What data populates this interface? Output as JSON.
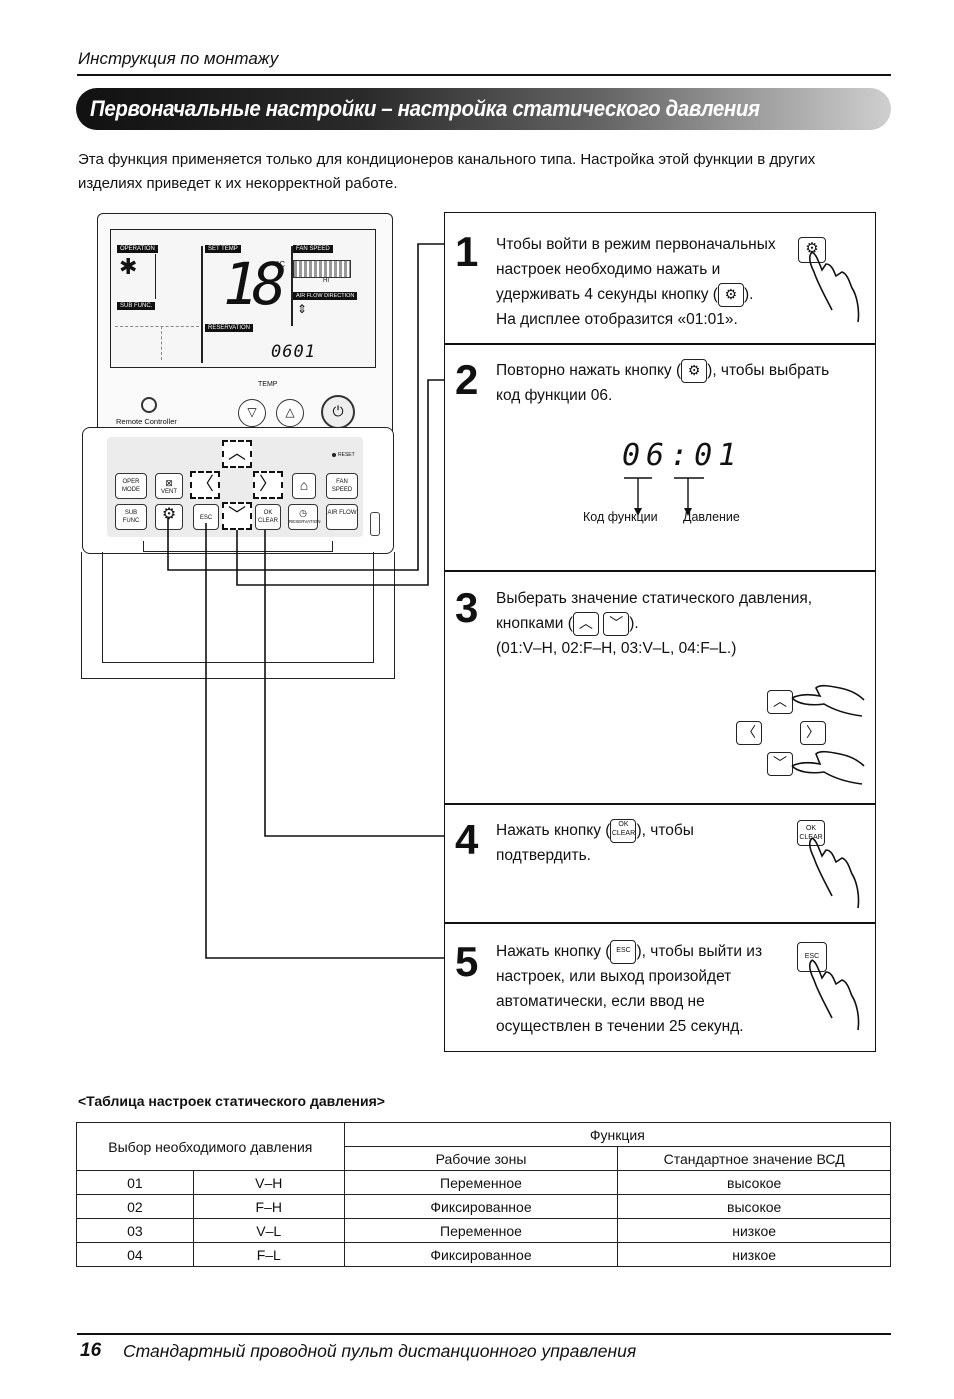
{
  "header": {
    "section": "Инструкция по монтажу"
  },
  "title": "Первоначальные настройки – настройка статического давления",
  "intro": "Эта функция применяется только для кондиционеров канального типа. Настройка этой функции в других изделиях приведет к их некорректной работе.",
  "remote": {
    "lcd": {
      "operation": "OPERATION",
      "set_temp": "SET TEMP",
      "fan_speed": "FAN SPEED",
      "temp_value": "18",
      "unit": "°C",
      "fan_level": "HI",
      "air_flow": "AIR FLOW DIRECTION",
      "sub_func": "SUB FUNC.",
      "reservation": "RESERVATION",
      "code": "0601"
    },
    "temp_label": "TEMP",
    "brand": "Remote Controller",
    "reset": "RESET",
    "buttons": {
      "oper_mode": "OPER MODE",
      "vent": "VENT",
      "sub_func": "SUB FUNC",
      "esc": "ESC",
      "ok_clear": "OK CLEAR",
      "reservation": "RESERVATION",
      "fan_speed": "FAN SPEED",
      "air_flow": "AIR FLOW"
    }
  },
  "steps": [
    {
      "num": "1",
      "text_a": "Чтобы войти в режим первоначальных\nнастроек необходимо нажать и\nудерживать 4 секунды кнопку (",
      "text_b": ").\nНа дисплее отобразится «01:01»."
    },
    {
      "num": "2",
      "text_a": "Повторно нажать кнопку (",
      "text_b": "), чтобы выбрать\nкод функции 06.",
      "display": "06:01",
      "label_code": "Код функции",
      "label_pressure": "Давление"
    },
    {
      "num": "3",
      "text_a": "Выберать значение статического давления,\nкнопками (",
      "text_b": ").\n(01:V–H, 02:F–H, 03:V–L, 04:F–L.)"
    },
    {
      "num": "4",
      "text_a": "Нажать кнопку (",
      "text_b": "), чтобы\nподтвердить."
    },
    {
      "num": "5",
      "text_a": "Нажать кнопку (",
      "text_b": "), чтобы выйти из\nнастроек, или выход произойдет\nавтоматически, если ввод не\nосуществлен в течении 25 секунд."
    }
  ],
  "table": {
    "caption": "<Таблица настроек статического давления>",
    "col_select": "Выбор необходимого давления",
    "col_function": "Функция",
    "col_zones": "Рабочие зоны",
    "col_default": "Стандартное значение ВСД",
    "rows": [
      [
        "01",
        "V–H",
        "Переменное",
        "высокое"
      ],
      [
        "02",
        "F–H",
        "Фиксированное",
        "высокое"
      ],
      [
        "03",
        "V–L",
        "Переменное",
        "низкое"
      ],
      [
        "04",
        "F–L",
        "Фиксированное",
        "низкое"
      ]
    ]
  },
  "footer": {
    "page": "16",
    "title": "Стандартный проводной пульт дистанционного управления"
  }
}
